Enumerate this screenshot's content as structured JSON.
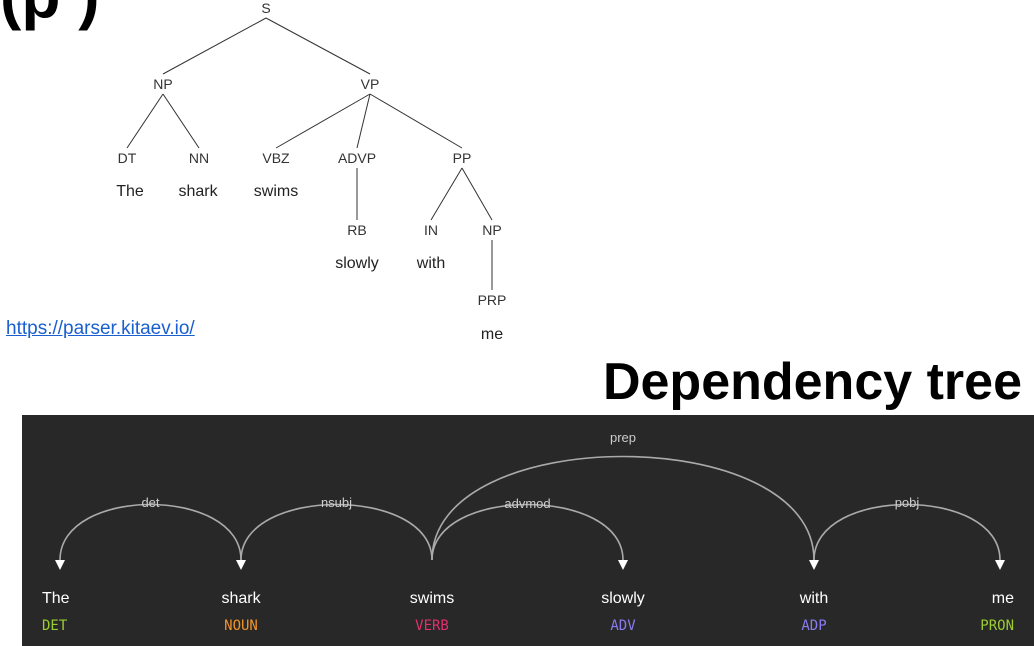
{
  "headings": {
    "top_partial": "(p                                          )",
    "dependency": "Dependency tree"
  },
  "credit": {
    "url_text": "https://parser.kitaev.io/"
  },
  "constituency_tree": {
    "nodes": [
      {
        "id": "s",
        "label": "S"
      },
      {
        "id": "np1",
        "label": "NP"
      },
      {
        "id": "vp",
        "label": "VP"
      },
      {
        "id": "dt",
        "label": "DT"
      },
      {
        "id": "nn",
        "label": "NN"
      },
      {
        "id": "vbz",
        "label": "VBZ"
      },
      {
        "id": "advp",
        "label": "ADVP"
      },
      {
        "id": "pp",
        "label": "PP"
      },
      {
        "id": "rb",
        "label": "RB"
      },
      {
        "id": "in",
        "label": "IN"
      },
      {
        "id": "np2",
        "label": "NP"
      },
      {
        "id": "prp",
        "label": "PRP"
      }
    ],
    "words": [
      {
        "id": "w-the",
        "text": "The"
      },
      {
        "id": "w-shark",
        "text": "shark"
      },
      {
        "id": "w-swims",
        "text": "swims"
      },
      {
        "id": "w-slowly",
        "text": "slowly"
      },
      {
        "id": "w-with",
        "text": "with"
      },
      {
        "id": "w-me",
        "text": "me"
      }
    ],
    "edges": [
      [
        "s",
        "np1"
      ],
      [
        "s",
        "vp"
      ],
      [
        "np1",
        "dt"
      ],
      [
        "np1",
        "nn"
      ],
      [
        "vp",
        "vbz"
      ],
      [
        "vp",
        "advp"
      ],
      [
        "vp",
        "pp"
      ],
      [
        "advp",
        "rb"
      ],
      [
        "pp",
        "in"
      ],
      [
        "pp",
        "np2"
      ],
      [
        "np2",
        "prp"
      ]
    ]
  },
  "dependency_tree": {
    "colors": {
      "background": "#282828",
      "word": "#ffffff",
      "arc": "#aaaaaa"
    },
    "tokens": [
      {
        "text": "The",
        "tag": "DET",
        "tag_color": "#9acd32"
      },
      {
        "text": "shark",
        "tag": "NOUN",
        "tag_color": "#f0932b"
      },
      {
        "text": "swims",
        "tag": "VERB",
        "tag_color": "#e0306e"
      },
      {
        "text": "slowly",
        "tag": "ADV",
        "tag_color": "#8a7cf0"
      },
      {
        "text": "with",
        "tag": "ADP",
        "tag_color": "#8a7cf0"
      },
      {
        "text": "me",
        "tag": "PRON",
        "tag_color": "#9acd32"
      }
    ],
    "arcs": [
      {
        "label": "det",
        "head": 1,
        "dep": 0
      },
      {
        "label": "nsubj",
        "head": 2,
        "dep": 1
      },
      {
        "label": "advmod",
        "head": 2,
        "dep": 3
      },
      {
        "label": "prep",
        "head": 2,
        "dep": 4
      },
      {
        "label": "pobj",
        "head": 4,
        "dep": 5
      }
    ]
  }
}
